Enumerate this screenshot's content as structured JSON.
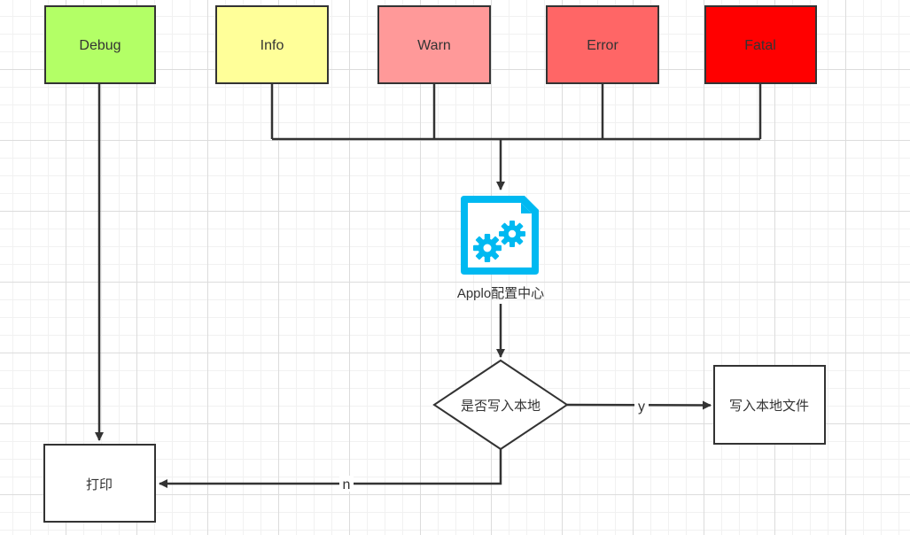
{
  "nodes": {
    "debug": {
      "label": "Debug",
      "fill": "#b3ff66"
    },
    "info": {
      "label": "Info",
      "fill": "#ffff99"
    },
    "warn": {
      "label": "Warn",
      "fill": "#ff9999"
    },
    "error": {
      "label": "Error",
      "fill": "#ff6666"
    },
    "fatal": {
      "label": "Fatal",
      "fill": "#ff0000"
    },
    "config": {
      "label": "Applo配置中心",
      "icon": "settings-file-icon",
      "icon_color": "#00b9f1"
    },
    "decision": {
      "label": "是否写入本地"
    },
    "write_file": {
      "label": "写入本地文件"
    },
    "print": {
      "label": "打印"
    }
  },
  "edges": {
    "yes_label": "y",
    "no_label": "n"
  },
  "colors": {
    "stroke": "#333333",
    "grid": "#dcdcdc"
  }
}
